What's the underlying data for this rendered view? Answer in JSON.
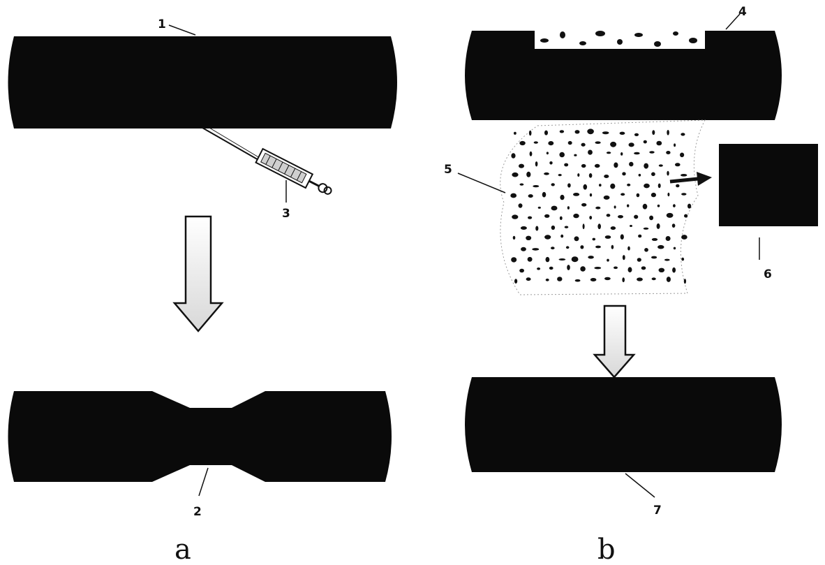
{
  "colors": {
    "tissue": "#0a0a0a",
    "arrow_outline": "#111111",
    "arrow_fill": "#f4f4f4",
    "graft_dots": "#111111"
  },
  "labels": {
    "l1": "1",
    "l2": "2",
    "l3": "3",
    "l4": "4",
    "l5": "5",
    "l6": "6",
    "l7": "7"
  },
  "panels": {
    "a": "a",
    "b": "b"
  }
}
